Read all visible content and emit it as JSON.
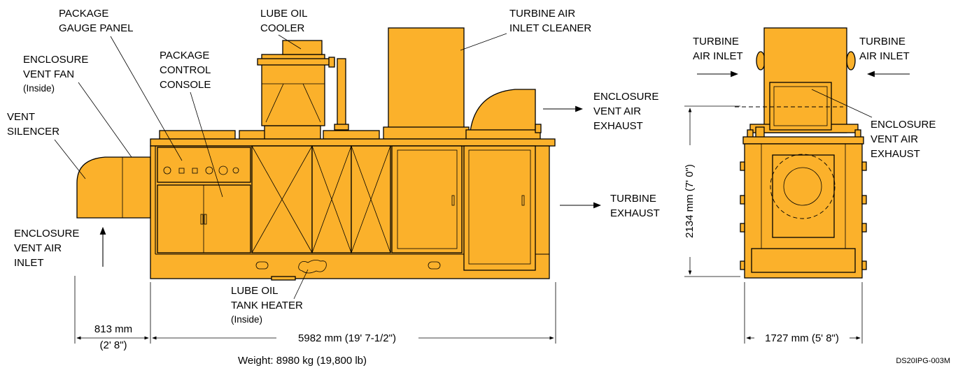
{
  "labels": {
    "package_gauge_panel": [
      "PACKAGE",
      "GAUGE PANEL"
    ],
    "lube_oil_cooler": [
      "LUBE OIL",
      "COOLER"
    ],
    "turbine_air_inlet_cleaner": [
      "TURBINE AIR",
      "INLET CLEANER"
    ],
    "package_control_console": [
      "PACKAGE",
      "CONTROL",
      "CONSOLE"
    ],
    "enclosure_vent_fan": [
      "ENCLOSURE",
      "VENT FAN"
    ],
    "inside_1": "(Inside)",
    "vent_silencer": [
      "VENT",
      "SILENCER"
    ],
    "enclosure_vent_air_exhaust": [
      "ENCLOSURE",
      "VENT AIR",
      "EXHAUST"
    ],
    "turbine_exhaust": [
      "TURBINE",
      "EXHAUST"
    ],
    "enclosure_vent_air_inlet": [
      "ENCLOSURE",
      "VENT AIR",
      "INLET"
    ],
    "lube_oil_tank_heater": [
      "LUBE OIL",
      "TANK HEATER"
    ],
    "inside_2": "(Inside)",
    "turbine_air_inlet_left": [
      "TURBINE",
      "AIR INLET"
    ],
    "turbine_air_inlet_right": [
      "TURBINE",
      "AIR INLET"
    ],
    "enclosure_vent_air_exhaust_end": [
      "ENCLOSURE",
      "VENT AIR",
      "EXHAUST"
    ]
  },
  "dimensions": {
    "silencer_length": [
      "813 mm",
      "(2' 8\")"
    ],
    "package_length": "5982 mm (19' 7-1/2\")",
    "package_height": "2134 mm (7' 0\")",
    "package_width": "1727 mm (5' 8\")"
  },
  "weight": "Weight: 8980 kg (19,800 lb)",
  "drawing_id": "DS20IPG-003M",
  "colors": {
    "body": "#fbb12b",
    "line": "#000000"
  }
}
